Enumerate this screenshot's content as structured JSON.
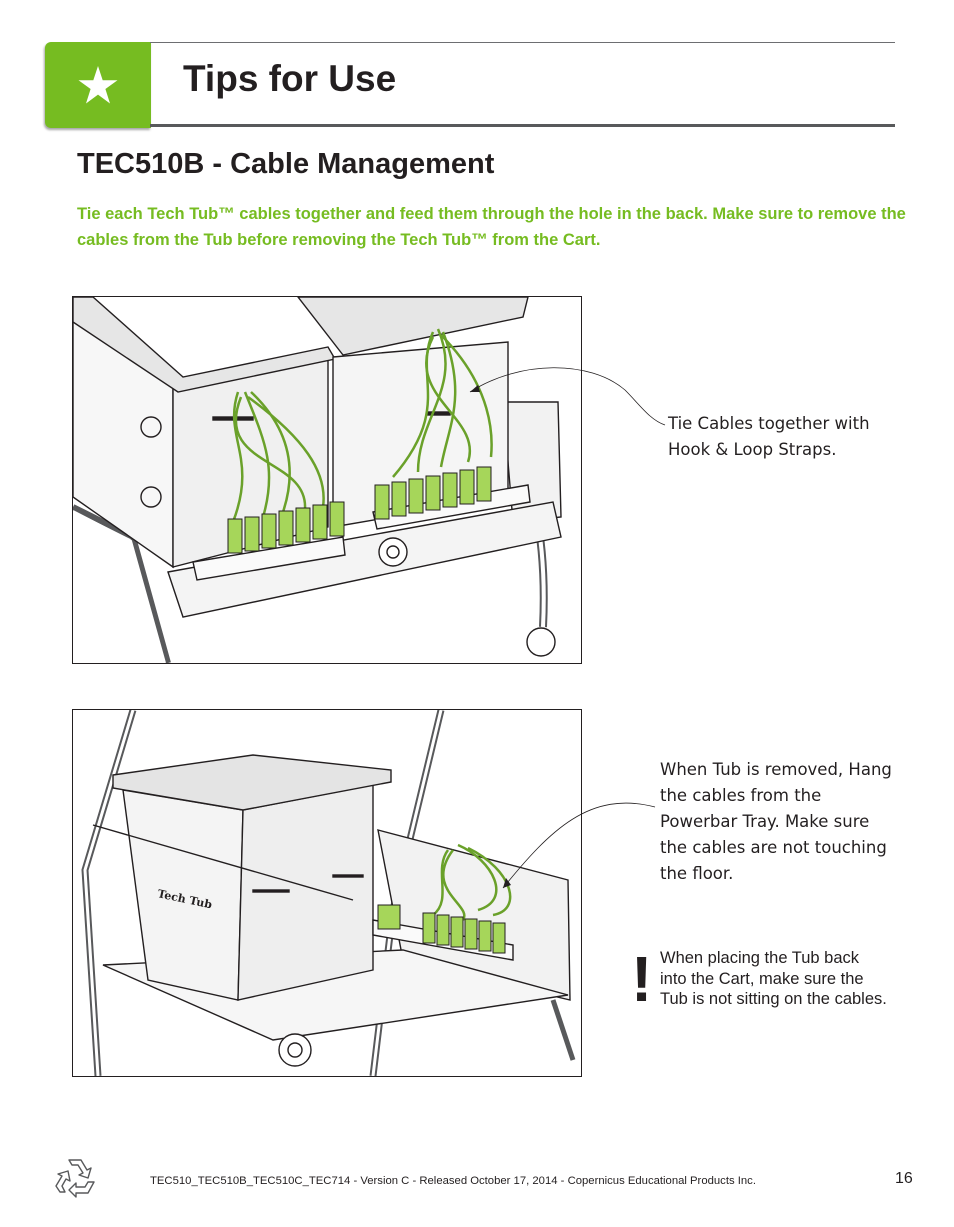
{
  "header": {
    "title": "Tips for Use",
    "icon": "star-icon",
    "accent_color": "#76bc21"
  },
  "section": {
    "title": "TEC510B - Cable Management",
    "intro": "Tie each Tech Tub™ cables together and feed them through the hole in the back. Make sure to remove the cables from the Tub before removing the Tech Tub™ from the Cart."
  },
  "figures": [
    {
      "callout_lines": [
        "Tie Cables together with",
        "Hook & Loop Straps."
      ]
    },
    {
      "tub_label": "Tech Tub",
      "callout_lines": [
        "When Tub is removed, Hang",
        "the cables from the",
        "Powerbar Tray. Make sure",
        "the cables are not touching",
        "the floor."
      ]
    }
  ],
  "warning": {
    "mark": "!",
    "lines": [
      "When placing the Tub back",
      "into the Cart, make sure the",
      "Tub is not sitting on the cables."
    ]
  },
  "footer": {
    "text": "TEC510_TEC510B_TEC510C_TEC714 - Version C - Released October 17, 2014 - Copernicus Educational Products Inc.",
    "page_number": "16",
    "icon": "recycle-icon"
  }
}
